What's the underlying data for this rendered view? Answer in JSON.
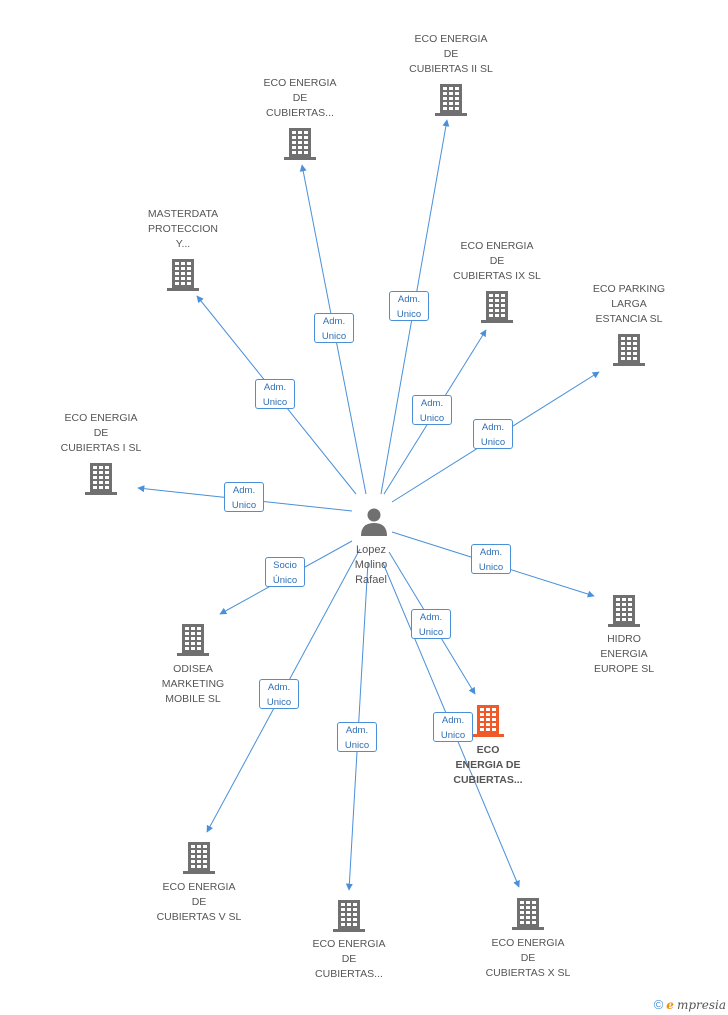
{
  "colors": {
    "edge": "#4a90d9",
    "company_icon": "#707070",
    "focus_icon": "#f05a28",
    "person_icon": "#707070"
  },
  "person": {
    "id": "lopez",
    "lines": [
      "Lopez",
      "Molino",
      "Rafael"
    ],
    "icon": "person-icon"
  },
  "companies": [
    {
      "id": "c_ii",
      "lines": [
        "ECO ENERGIA",
        "DE",
        "CUBIERTAS II SL"
      ],
      "icon": "building-icon",
      "focus": false
    },
    {
      "id": "c_dots1",
      "lines": [
        "ECO ENERGIA",
        "DE",
        "CUBIERTAS..."
      ],
      "icon": "building-icon",
      "focus": false
    },
    {
      "id": "c_master",
      "lines": [
        "MASTERDATA",
        "PROTECCION",
        "Y..."
      ],
      "icon": "building-icon",
      "focus": false
    },
    {
      "id": "c_ix",
      "lines": [
        "ECO ENERGIA",
        "DE",
        "CUBIERTAS IX SL"
      ],
      "icon": "building-icon",
      "focus": false
    },
    {
      "id": "c_park",
      "lines": [
        "ECO PARKING",
        "LARGA",
        "ESTANCIA SL"
      ],
      "icon": "building-icon",
      "focus": false
    },
    {
      "id": "c_i",
      "lines": [
        "ECO ENERGIA",
        "DE",
        "CUBIERTAS I SL"
      ],
      "icon": "building-icon",
      "focus": false
    },
    {
      "id": "c_hidro",
      "lines": [
        "HIDRO",
        "ENERGIA",
        "EUROPE  SL"
      ],
      "icon": "building-icon",
      "focus": false
    },
    {
      "id": "c_odisea",
      "lines": [
        "ODISEA",
        "MARKETING",
        "MOBILE  SL"
      ],
      "icon": "building-icon",
      "focus": false
    },
    {
      "id": "c_focus",
      "lines": [
        "ECO",
        "ENERGIA DE",
        "CUBIERTAS..."
      ],
      "icon": "building-icon",
      "focus": true
    },
    {
      "id": "c_v",
      "lines": [
        "ECO ENERGIA",
        "DE",
        "CUBIERTAS V SL"
      ],
      "icon": "building-icon",
      "focus": false
    },
    {
      "id": "c_dots2",
      "lines": [
        "ECO ENERGIA",
        "DE",
        "CUBIERTAS..."
      ],
      "icon": "building-icon",
      "focus": false
    },
    {
      "id": "c_x",
      "lines": [
        "ECO ENERGIA",
        "DE",
        "CUBIERTAS X SL"
      ],
      "icon": "building-icon",
      "focus": false
    }
  ],
  "edges": [
    {
      "to": "c_ii",
      "label": [
        "Adm.",
        "Unico"
      ]
    },
    {
      "to": "c_dots1",
      "label": [
        "Adm.",
        "Unico"
      ]
    },
    {
      "to": "c_master",
      "label": [
        "Adm.",
        "Unico"
      ]
    },
    {
      "to": "c_ix",
      "label": [
        "Adm.",
        "Unico"
      ]
    },
    {
      "to": "c_park",
      "label": [
        "Adm.",
        "Unico"
      ]
    },
    {
      "to": "c_i",
      "label": [
        "Adm.",
        "Unico"
      ]
    },
    {
      "to": "c_hidro",
      "label": [
        "Adm.",
        "Unico"
      ]
    },
    {
      "to": "c_odisea",
      "label": [
        "Socio",
        "Único"
      ]
    },
    {
      "to": "c_focus",
      "label": [
        "Adm.",
        "Unico"
      ]
    },
    {
      "to": "c_v",
      "label": [
        "Adm.",
        "Unico"
      ]
    },
    {
      "to": "c_dots2",
      "label": [
        "Adm.",
        "Unico"
      ]
    },
    {
      "to": "c_x",
      "label": [
        "Adm.",
        "Unico"
      ]
    }
  ],
  "footer": {
    "copyright_symbol": "©",
    "brand_initial": "e",
    "brand_rest": "mpresia"
  }
}
